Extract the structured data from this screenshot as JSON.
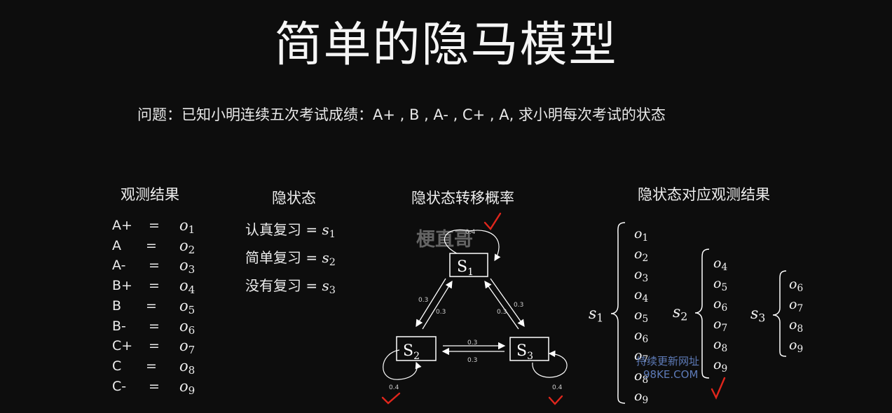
{
  "title": "简单的隐马模型",
  "question": "问题：已知小明连续五次考试成绩：A+ , B ,  A- , C+ , A,  求小明每次考试的状态",
  "sections": {
    "observations": "观测结果",
    "hidden_states": "隐状态",
    "transitions": "隐状态转移概率",
    "emissions": "隐状态对应观测结果"
  },
  "observations": [
    {
      "grade": "A+",
      "eq": "=",
      "sym": "o",
      "sub": "1"
    },
    {
      "grade": "A",
      "eq": "=",
      "sym": "o",
      "sub": "2"
    },
    {
      "grade": "A-",
      "eq": "=",
      "sym": "o",
      "sub": "3"
    },
    {
      "grade": "B+",
      "eq": "=",
      "sym": "o",
      "sub": "4"
    },
    {
      "grade": "B",
      "eq": "=",
      "sym": "o",
      "sub": "5"
    },
    {
      "grade": "B-",
      "eq": "=",
      "sym": "o",
      "sub": "6"
    },
    {
      "grade": "C+",
      "eq": "=",
      "sym": "o",
      "sub": "7"
    },
    {
      "grade": "C",
      "eq": "=",
      "sym": "o",
      "sub": "8"
    },
    {
      "grade": "C-",
      "eq": "=",
      "sym": "o",
      "sub": "9"
    }
  ],
  "hidden_states": [
    {
      "label": "认真复习",
      "eq": "=",
      "sym": "s",
      "sub": "1"
    },
    {
      "label": "简单复习",
      "eq": "=",
      "sym": "s",
      "sub": "2"
    },
    {
      "label": "没有复习",
      "eq": "=",
      "sym": "s",
      "sub": "3"
    }
  ],
  "diagram": {
    "nodes": {
      "s1": {
        "sym": "S",
        "sub": "1"
      },
      "s2": {
        "sym": "S",
        "sub": "2"
      },
      "s3": {
        "sym": "S",
        "sub": "3"
      }
    },
    "probabilities": {
      "s1_self": "0.4",
      "s1_to_s2": "0.3",
      "s2_to_s1": "0.3",
      "s1_to_s3": "0.3",
      "s3_to_s1": "0.3",
      "s2_to_s3": "0.3",
      "s3_to_s2": "0.3",
      "s2_self": "0.4",
      "s3_self": "0.4"
    }
  },
  "emissions": {
    "s1": {
      "sym": "s",
      "sub": "1",
      "obs": [
        "1",
        "2",
        "3",
        "4",
        "5",
        "6",
        "7",
        "8",
        "9"
      ]
    },
    "s2": {
      "sym": "s",
      "sub": "2",
      "obs": [
        "4",
        "5",
        "6",
        "7",
        "8",
        "9"
      ]
    },
    "s3": {
      "sym": "s",
      "sub": "3",
      "obs": [
        "6",
        "7",
        "8",
        "9"
      ]
    },
    "obs_sym": "o"
  },
  "watermarks": {
    "main": "梗直哥",
    "line1": "持续更新网址",
    "line2": "98KE.COM"
  },
  "colors": {
    "background": "#0d0d0d",
    "text": "#f2f2f2",
    "checkmark": "#e0261c",
    "watermark_link": "#5d7ab7"
  }
}
